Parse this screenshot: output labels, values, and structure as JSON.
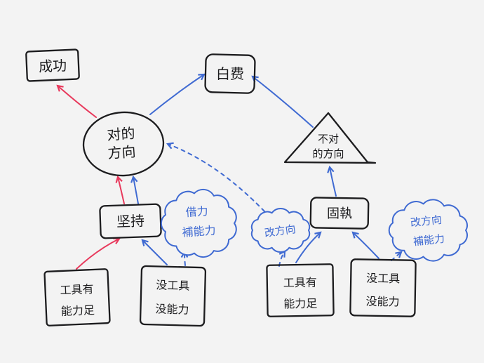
{
  "meta": {
    "description": "Hand-drawn whiteboard mind map about choosing the right direction",
    "language": "zh"
  },
  "canvas": {
    "background": "#f3f3f3",
    "ink": "#1c1c1e",
    "red": "#e8395c",
    "blue": "#3f6ad2"
  },
  "nodes": {
    "success": {
      "shape": "rectangle",
      "label": "成功"
    },
    "wasted": {
      "shape": "rectangle",
      "label": "白费"
    },
    "right_direction": {
      "shape": "circle",
      "line1": "对的",
      "line2": "方向"
    },
    "wrong_direction": {
      "shape": "triangle",
      "line1": "不对",
      "line2": "的方向"
    },
    "persist": {
      "shape": "rectangle",
      "label": "坚持"
    },
    "stubborn": {
      "shape": "rectangle",
      "label": "固執"
    },
    "borrow_power": {
      "shape": "cloud",
      "line1": "借力",
      "line2": "補能力"
    },
    "change_direction": {
      "shape": "cloud",
      "label": "改方向"
    },
    "change_dir_supplement": {
      "shape": "cloud",
      "line1": "改方向",
      "line2": "補能力"
    },
    "tools_ability_left": {
      "shape": "rectangle",
      "line1": "工具有",
      "line2": "能力足"
    },
    "no_tools_left": {
      "shape": "rectangle",
      "line1": "没工具",
      "line2": "没能力"
    },
    "tools_ability_right": {
      "shape": "rectangle",
      "line1": "工具有",
      "line2": "能力足"
    },
    "no_tools_right": {
      "shape": "rectangle",
      "line1": "没工具",
      "line2": "没能力"
    }
  },
  "edges": [
    {
      "from": "right_direction",
      "to": "success",
      "color": "red",
      "style": "solid"
    },
    {
      "from": "right_direction",
      "to": "wasted",
      "color": "blue",
      "style": "solid"
    },
    {
      "from": "wrong_direction",
      "to": "wasted",
      "color": "blue",
      "style": "solid"
    },
    {
      "from": "persist",
      "to": "right_direction",
      "color": "red",
      "style": "solid"
    },
    {
      "from": "persist",
      "to": "right_direction",
      "color": "blue",
      "style": "solid"
    },
    {
      "from": "tools_ability_left",
      "to": "persist",
      "color": "red",
      "style": "solid"
    },
    {
      "from": "no_tools_left",
      "to": "persist",
      "color": "blue",
      "style": "solid"
    },
    {
      "from": "no_tools_left",
      "to": "borrow_power",
      "color": "blue",
      "style": "dashed"
    },
    {
      "from": "borrow_power",
      "to": "persist",
      "color": "blue",
      "style": "dashed"
    },
    {
      "from": "change_direction",
      "to": "right_direction",
      "color": "blue",
      "style": "dashed"
    },
    {
      "from": "stubborn",
      "to": "wrong_direction",
      "color": "blue",
      "style": "solid"
    },
    {
      "from": "tools_ability_right",
      "to": "stubborn",
      "color": "blue",
      "style": "solid"
    },
    {
      "from": "tools_ability_right",
      "to": "change_direction",
      "color": "blue",
      "style": "dashed"
    },
    {
      "from": "no_tools_right",
      "to": "stubborn",
      "color": "blue",
      "style": "solid"
    },
    {
      "from": "no_tools_right",
      "to": "change_dir_supplement",
      "color": "blue",
      "style": "dashed"
    }
  ]
}
